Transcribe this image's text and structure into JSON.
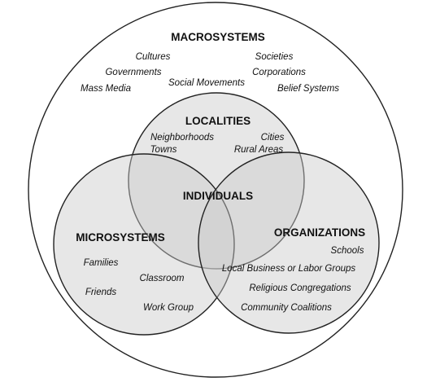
{
  "diagram": {
    "macrosystems": {
      "label": "MACROSYSTEMS",
      "items": [
        "Cultures",
        "Societies",
        "Governments",
        "Corporations",
        "Social Movements",
        "Mass Media",
        "Belief Systems"
      ]
    },
    "localities": {
      "label": "LOCALITIES",
      "items": [
        "Neighborhoods",
        "Cities",
        "Towns",
        "Rural Areas"
      ]
    },
    "individuals": {
      "label": "INDIVIDUALS"
    },
    "microsystems": {
      "label": "MICROSYSTEMS",
      "items": [
        "Families",
        "Classroom",
        "Friends",
        "Work Group"
      ]
    },
    "organizations": {
      "label": "ORGANIZATIONS",
      "items": [
        "Schools",
        "Local Business or Labor Groups",
        "Religious Congregations",
        "Community Coalitions"
      ]
    },
    "colors": {
      "outline": "#222222",
      "circle_fill": "#c9c9c9",
      "background": "#ffffff"
    }
  }
}
